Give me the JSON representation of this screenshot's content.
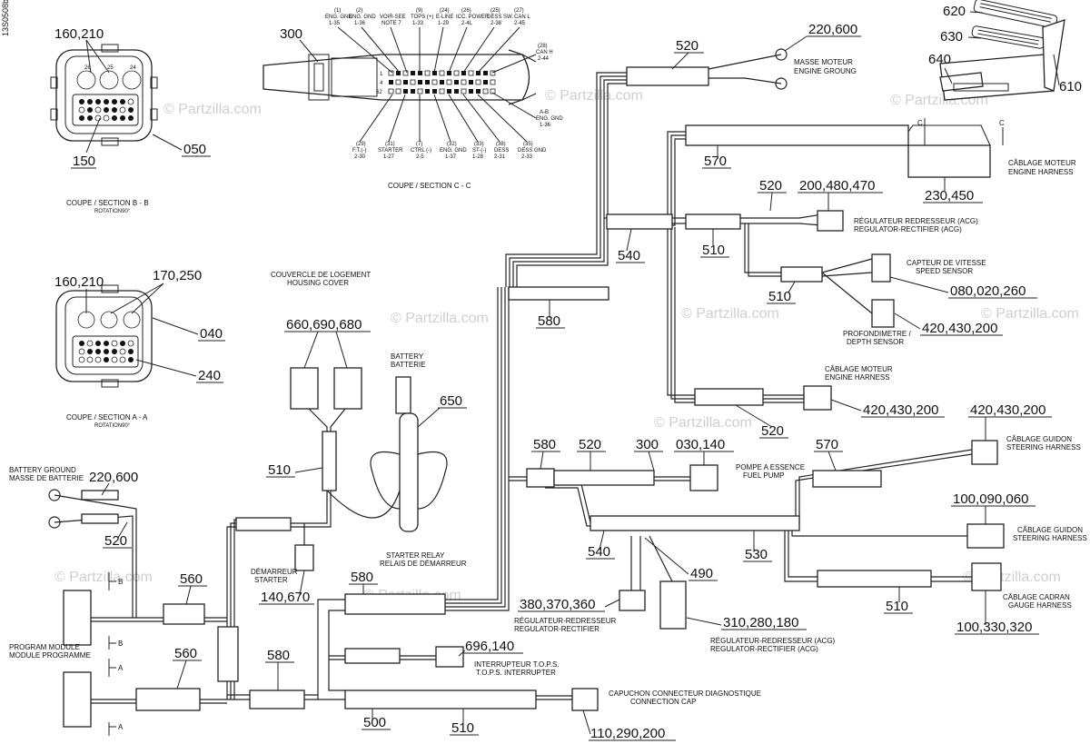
{
  "figure_id": "13S0508b",
  "watermark": "© Partzilla.com",
  "callouts": {
    "c160_210_top": "160,210",
    "c150": "150",
    "c050": "050",
    "c300_top": "300",
    "c220_600_top": "220,600",
    "c520_top": "520",
    "c620": "620",
    "c630": "630",
    "c640": "640",
    "c610": "610",
    "c570_top": "570",
    "c230_450": "230,450",
    "c520_b": "520",
    "c200_480_470": "200,480,470",
    "c540_top": "540",
    "c510_a": "510",
    "c510_b": "510",
    "c080_020_260": "080,020,260",
    "c420_430_200_a": "420,430,200",
    "c580_a": "580",
    "c160_210_mid": "160,210",
    "c170_250": "170,250",
    "c040": "040",
    "c240": "240",
    "c660_690_680": "660,690,680",
    "c650": "650",
    "c510_c": "510",
    "c420_430_200_b": "420,430,200",
    "c520_c": "520",
    "c580_b": "580",
    "c520_d": "520",
    "c300_mid": "300",
    "c030_140": "030,140",
    "c570_mid": "570",
    "c420_430_200_c": "420,430,200",
    "c540_mid": "540",
    "c100_090_060": "100,090,060",
    "c530": "530",
    "c490": "490",
    "c220_600_left": "220,600",
    "c520_left": "520",
    "c560_a": "560",
    "c140_670": "140,670",
    "c580_c": "580",
    "c380_370_360": "380,370,360",
    "c310_280_180": "310,280,180",
    "c510_d": "510",
    "c100_330_320": "100,330,320",
    "c560_b": "560",
    "c580_d": "580",
    "c696_140": "696,140",
    "c500": "500",
    "c510_e": "510",
    "c110_290_200": "110,290,200"
  },
  "labels": {
    "section_bb_1": "COUPE / SECTION B - B",
    "section_bb_2": "ROTATION90°",
    "section_cc": "COUPE / SECTION C - C",
    "section_aa_1": "COUPE / SECTION A - A",
    "section_aa_2": "ROTATION90°",
    "masse_moteur_1": "MASSE MOTEUR",
    "masse_moteur_2": "ENGINE GROUNG",
    "cablage_moteur_1": "CÂBLAGE MOTEUR",
    "cablage_moteur_2": "ENGINE HARNESS",
    "regulateur_1": "RÉGULATEUR REDRESSEUR (ACG)",
    "regulateur_2": "REGULATOR-RECTIFIER (ACG)",
    "capteur_1": "CAPTEUR DE VITESSE",
    "capteur_2": "SPEED SENSOR",
    "profondimetre_1": "PROFONDIMETRE /",
    "profondimetre_2": "DEPTH SENSOR",
    "cablage_moteur_b1": "CÂBLAGE MOTEUR",
    "cablage_moteur_b2": "ENGINE HARNESS",
    "couvercle_1": "COUVERCLE DE LOGEMENT",
    "couvercle_2": "HOUSING COVER",
    "battery_1": "BATTERY",
    "battery_2": "BATTERIE",
    "pompe_1": "POMPE A ESSENCE",
    "pompe_2": "FUEL PUMP",
    "guidon_a1": "CÂBLAGE GUIDON",
    "guidon_a2": "STEERING HARNESS",
    "guidon_b1": "CÂBLAGE GUIDON",
    "guidon_b2": "STEERING HARNESS",
    "cadran_1": "CÂBLAGE CADRAN",
    "cadran_2": "GAUGE HARNESS",
    "battery_ground_1": "BATTERY GROUND",
    "battery_ground_2": "MASSE DE BATTERIE",
    "demarreur_1": "DÉMARREUR",
    "demarreur_2": "STARTER",
    "starter_relay_1": "STARTER RELAY",
    "starter_relay_2": "RELAIS DE DÉMARREUR",
    "regulateur_b1": "RÉGULATEUR-REDRESSEUR",
    "regulateur_b2": "REGULATOR-RECTIFIER",
    "regulateur_c1": "RÉGULATEUR-REDRESSEUR (ACG)",
    "regulateur_c2": "REGULATOR-RECTIFIER (ACG)",
    "program_module_1": "PROGRAM MODULE",
    "program_module_2": "MODULE PROGRAMME",
    "tops_1": "INTERRUPTEUR T.O.P.S.",
    "tops_2": "T.O.P.S. INTERRUPTER",
    "diag_1": "CAPUCHON CONNECTEUR DIAGNOSTIQUE",
    "diag_2": "CONNECTION CAP",
    "sec_a": "A",
    "sec_b": "B",
    "sec_c": "C"
  },
  "pin_labels": {
    "p1a": "(1)",
    "p1b": "ENG. GND",
    "p1c": "1-35",
    "p2a": "(2)",
    "p2b": "ENG. GND",
    "p2c": "1-36",
    "p3a": "VOIR-SEE",
    "p3b": "NOTE 7",
    "p4a": "(9)",
    "p4b": "TOPS (+)",
    "p4c": "1-33",
    "p5a": "(24)",
    "p5b": "E-LINE",
    "p5c": "1-29",
    "p6a": "(26)",
    "p6b": "ICC. POWER",
    "p6c": "2-4L",
    "p7a": "(25)",
    "p7b": "DESS SW.",
    "p7c": "2-38",
    "p8a": "(27)",
    "p8b": "CAN L",
    "p8c": "2-45",
    "p9a": "(28)",
    "p9b": "CAN H",
    "p9c": "2-44",
    "p10a": "A-B",
    "p10b": "ENG. GND",
    "p10c": "1-36",
    "q1a": "(29)",
    "q1b": "F.T.(-)",
    "q1c": "2-30",
    "q2a": "(31)",
    "q2b": "STARTER",
    "q2c": "1-27",
    "q3a": "(7)",
    "q3b": "CTRL (-)",
    "q3c": "2-5",
    "q4a": "(32)",
    "q4b": "ENG. GND",
    "q4c": "1-37",
    "q5a": "(33)",
    "q5b": "ST-(-)",
    "q5c": "1-28",
    "q6a": "(38)",
    "q6b": "DESS",
    "q6c": "2-31",
    "q7a": "(35)",
    "q7b": "DESS GND",
    "q7c": "2-33",
    "row1": "1",
    "row4": "4",
    "row62": "62",
    "b26": "26",
    "b25": "25",
    "b24": "24"
  }
}
